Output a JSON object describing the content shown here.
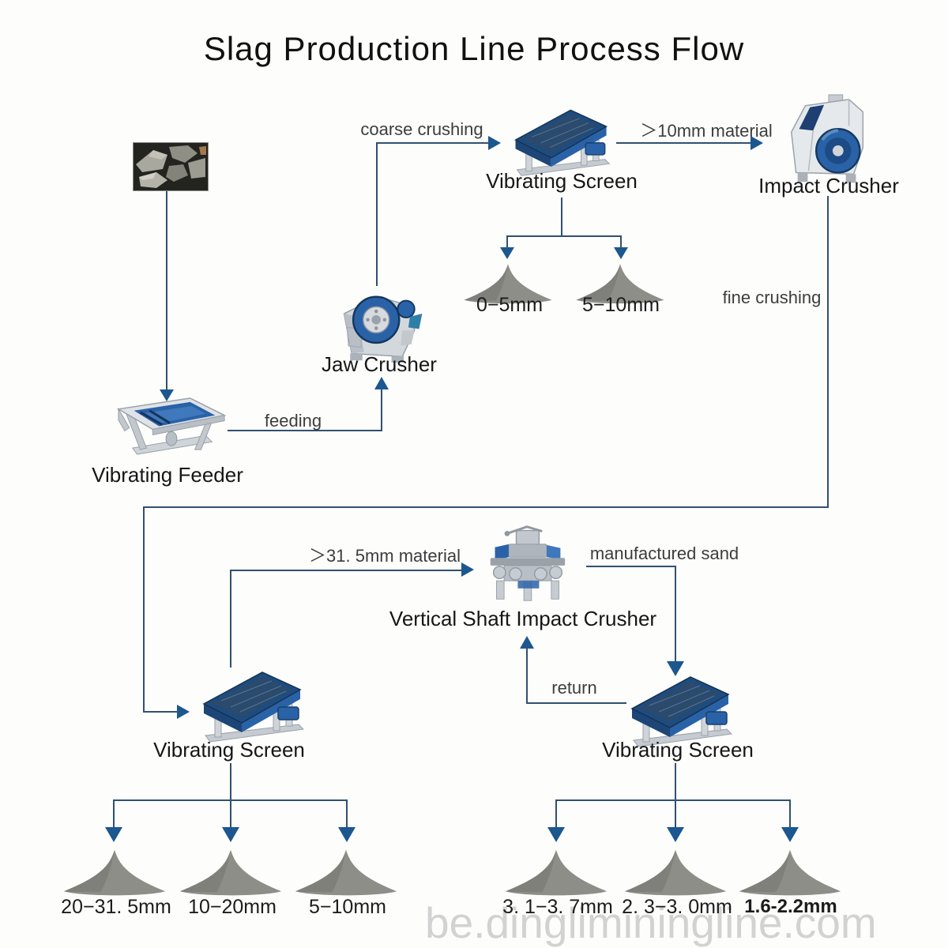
{
  "title": "Slag Production Line Process Flow",
  "colors": {
    "line": "#31506f",
    "arrow": "#1c578f",
    "machine-blue": "#2a62a8",
    "machine-blue-dark": "#1d4577",
    "steel-light": "#dfe3e7",
    "steel-mid": "#b9bfc6",
    "pile-gray": "#8e8e88",
    "pile-gray-dark": "#75756f",
    "watermark-gray": "#c4c4c4",
    "title-black": "#111111"
  },
  "nodes": {
    "vibrating_feeder": {
      "label": "Vibrating Feeder"
    },
    "jaw_crusher": {
      "label": "Jaw Crusher"
    },
    "vibrating_screen_top": {
      "label": "Vibrating Screen"
    },
    "impact_crusher": {
      "label": "Impact Crusher"
    },
    "vsi_crusher": {
      "label": "Vertical Shaft Impact Crusher"
    },
    "vibrating_screen_left": {
      "label": "Vibrating Screen"
    },
    "vibrating_screen_right": {
      "label": "Vibrating Screen"
    }
  },
  "edges": {
    "feeding": "feeding",
    "coarse_crushing": "coarse crushing",
    "gt_10mm": "＞10mm material",
    "fine_crushing": "fine crushing",
    "gt_31_5mm": "＞31. 5mm material",
    "manufactured_sand": "manufactured sand",
    "return_flow": "return"
  },
  "products": {
    "top": [
      "0−5mm",
      "5−10mm"
    ],
    "left": [
      "20−31. 5mm",
      "10−20mm",
      "5−10mm"
    ],
    "right": [
      "3. 1−3. 7mm",
      "2. 3−3. 0mm",
      "1.6-2.2mm"
    ]
  },
  "watermark": {
    "text": "be.dingliminingline.com"
  }
}
